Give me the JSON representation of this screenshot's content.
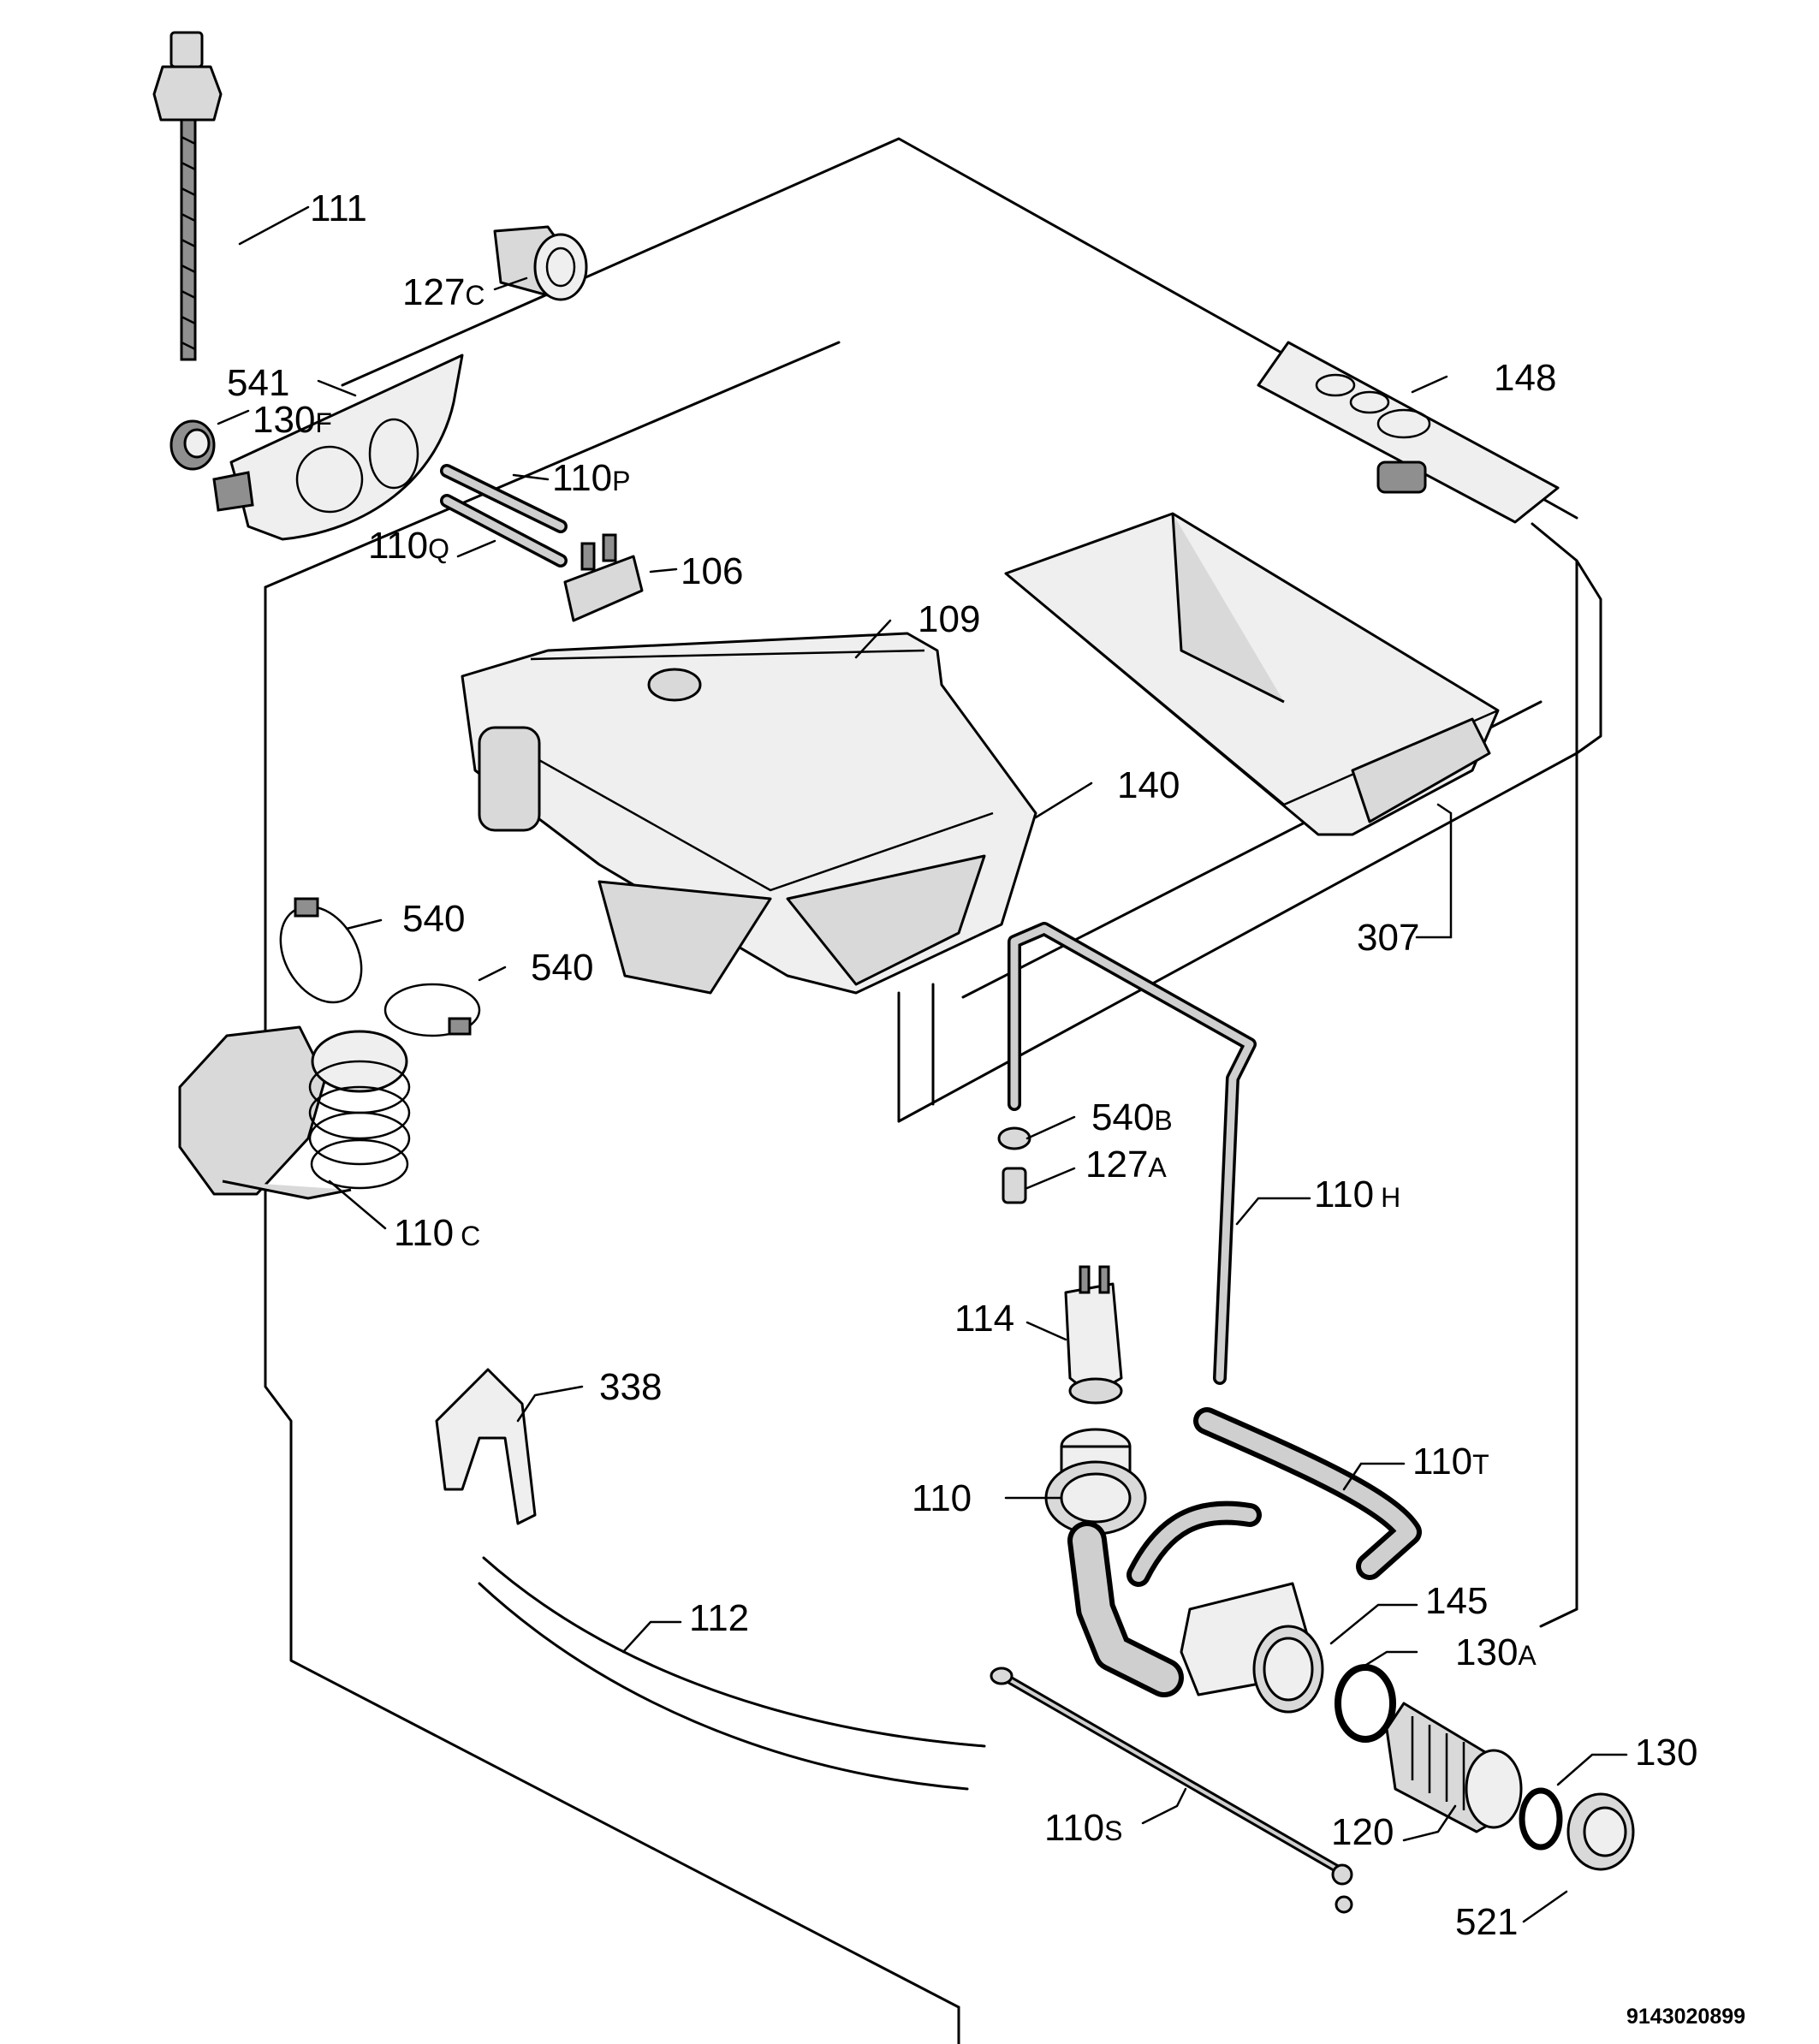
{
  "diagram": {
    "document_code": "9143020899",
    "parts": [
      {
        "id": "p111",
        "number": "111",
        "suffix": ""
      },
      {
        "id": "p127c",
        "number": "127",
        "suffix": "C"
      },
      {
        "id": "p541",
        "number": "541",
        "suffix": ""
      },
      {
        "id": "p130f",
        "number": "130",
        "suffix": "F"
      },
      {
        "id": "p110p",
        "number": "110",
        "suffix": "P"
      },
      {
        "id": "p110q",
        "number": "110",
        "suffix": "Q"
      },
      {
        "id": "p106",
        "number": "106",
        "suffix": ""
      },
      {
        "id": "p109",
        "number": "109",
        "suffix": ""
      },
      {
        "id": "p148",
        "number": "148",
        "suffix": ""
      },
      {
        "id": "p140",
        "number": "140",
        "suffix": ""
      },
      {
        "id": "p307",
        "number": "307",
        "suffix": ""
      },
      {
        "id": "p540a",
        "number": "540",
        "suffix": ""
      },
      {
        "id": "p540b",
        "number": "540",
        "suffix": ""
      },
      {
        "id": "p540bb",
        "number": "540",
        "suffix": "B"
      },
      {
        "id": "p127a",
        "number": "127",
        "suffix": "A"
      },
      {
        "id": "p110h",
        "number": "110",
        "suffix": "H"
      },
      {
        "id": "p110c",
        "number": "110",
        "suffix": "C"
      },
      {
        "id": "p114",
        "number": "114",
        "suffix": ""
      },
      {
        "id": "p338",
        "number": "338",
        "suffix": ""
      },
      {
        "id": "p110",
        "number": "110",
        "suffix": ""
      },
      {
        "id": "p110t",
        "number": "110",
        "suffix": "T"
      },
      {
        "id": "p112",
        "number": "112",
        "suffix": ""
      },
      {
        "id": "p145",
        "number": "145",
        "suffix": ""
      },
      {
        "id": "p130a",
        "number": "130",
        "suffix": "A"
      },
      {
        "id": "p130",
        "number": "130",
        "suffix": ""
      },
      {
        "id": "p110s",
        "number": "110",
        "suffix": "S"
      },
      {
        "id": "p120",
        "number": "120",
        "suffix": ""
      },
      {
        "id": "p521",
        "number": "521",
        "suffix": ""
      }
    ]
  }
}
